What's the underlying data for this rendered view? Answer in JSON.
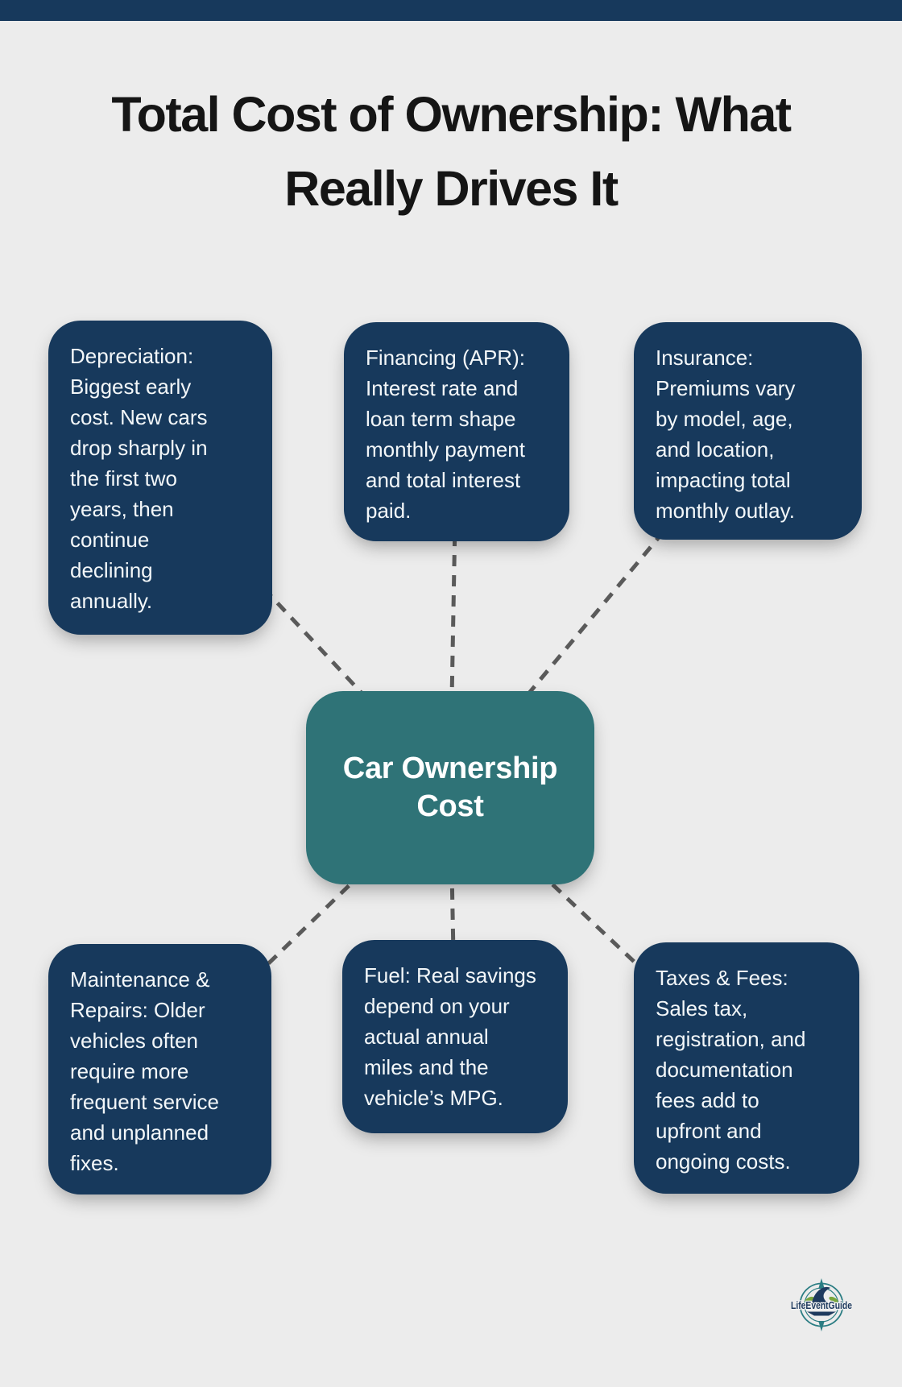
{
  "title": {
    "text": "Total Cost of Ownership: What\nReally Drives It"
  },
  "center_node": {
    "label": "Car Ownership\nCost"
  },
  "nodes": [
    {
      "id": "depreciation",
      "text": "Depreciation:\nBiggest early\ncost. New cars\ndrop sharply in\nthe first two\nyears, then\ncontinue\ndeclining\nannually."
    },
    {
      "id": "financing",
      "text": "Financing (APR):\nInterest rate and\nloan term shape\nmonthly payment\nand total interest\npaid."
    },
    {
      "id": "insurance",
      "text": "Insurance:\nPremiums vary\nby model, age,\nand location,\nimpacting total\nmonthly outlay."
    },
    {
      "id": "maintenance",
      "text": "Maintenance &\nRepairs: Older\nvehicles often\nrequire more\nfrequent service\nand unplanned\nfixes."
    },
    {
      "id": "fuel",
      "text": "Fuel: Real savings\ndepend on your\nactual annual\nmiles and the\nvehicle’s MPG."
    },
    {
      "id": "taxes",
      "text": "Taxes & Fees:\nSales tax,\nregistration, and\ndocumentation\nfees add to\nupfront and\nongoing costs."
    }
  ],
  "logo": {
    "wordmark": "LifeEventGuide"
  },
  "colors": {
    "background": "#ececec",
    "navy": "#17395c",
    "teal": "#2f7377",
    "dash": "#5a5a5a",
    "title": "#151515",
    "node_text": "#f3f7f9",
    "logo_teal": "#2b7d83",
    "logo_green": "#79a63d",
    "logo_navy": "#1e3a5e"
  }
}
